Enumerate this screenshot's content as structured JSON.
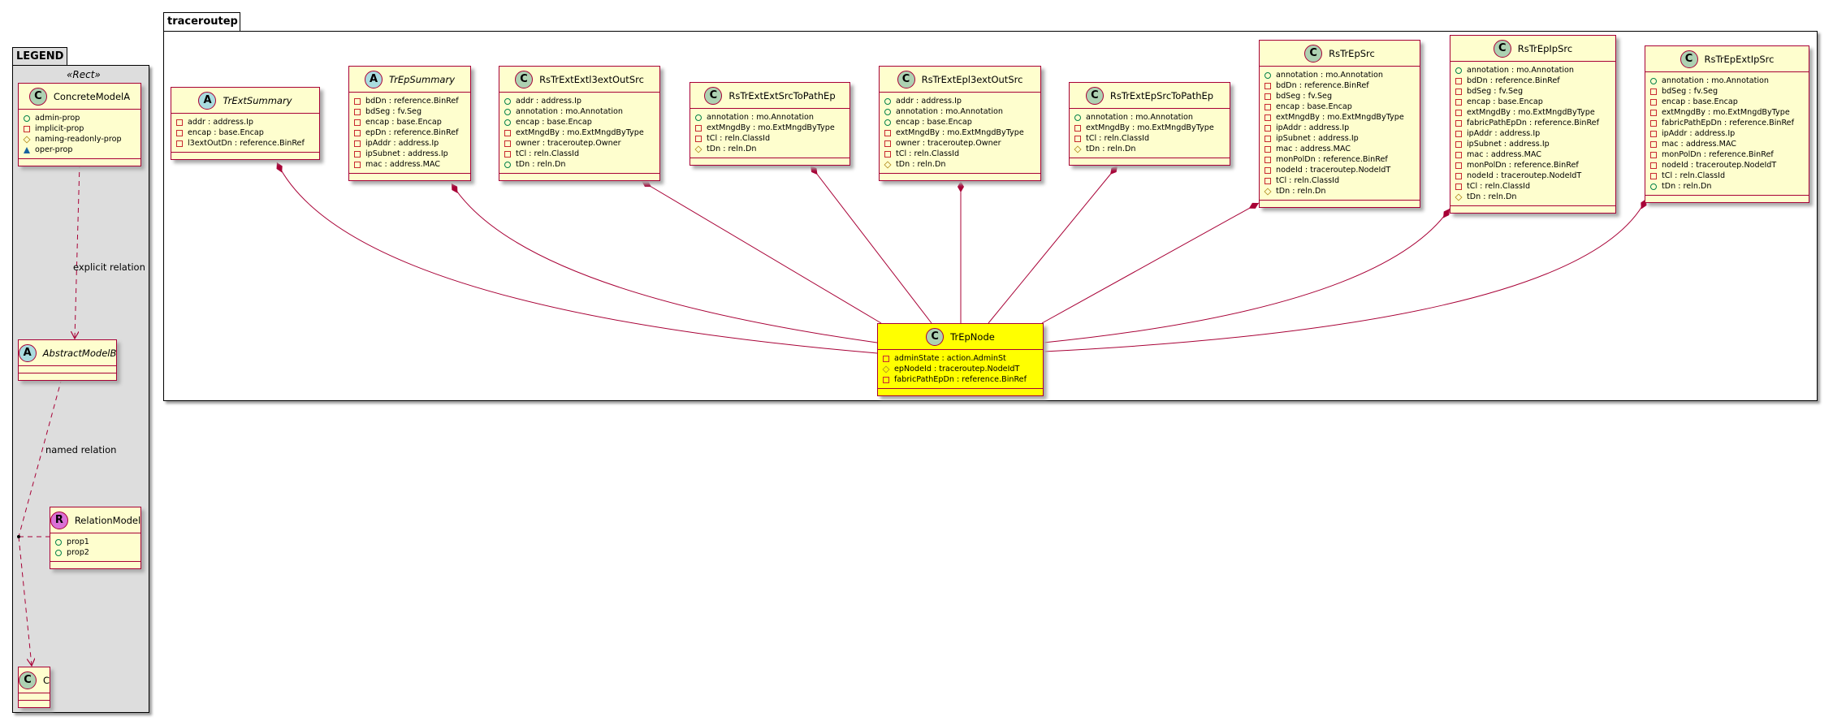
{
  "legend": {
    "title": "LEGEND",
    "stereotype": "«Rect»",
    "explicit_relation_label": "explicit relation",
    "named_relation_label": "named relation",
    "classes": [
      {
        "name": "ConcreteModelA",
        "type": "C",
        "abstract": false,
        "attrs": [
          {
            "vis": "public",
            "text": "admin-prop"
          },
          {
            "vis": "private",
            "text": "implicit-prop"
          },
          {
            "vis": "protected",
            "text": "naming-readonly-prop"
          },
          {
            "vis": "oper",
            "text": "oper-prop"
          }
        ]
      },
      {
        "name": "AbstractModelB",
        "type": "A",
        "abstract": true,
        "attrs": []
      },
      {
        "name": "RelationModel",
        "type": "R",
        "abstract": false,
        "attrs": [
          {
            "vis": "public",
            "text": "prop1"
          },
          {
            "vis": "public",
            "text": "prop2"
          }
        ]
      },
      {
        "name": "C",
        "type": "C",
        "abstract": false,
        "attrs": []
      }
    ]
  },
  "package": {
    "title": "traceroutep",
    "classes": [
      {
        "name": "TrExtSummary",
        "type": "A",
        "abstract": true,
        "attrs": [
          {
            "vis": "private",
            "text": "addr : address.Ip"
          },
          {
            "vis": "private",
            "text": "encap : base.Encap"
          },
          {
            "vis": "private",
            "text": "l3extOutDn : reference.BinRef"
          }
        ]
      },
      {
        "name": "TrEpSummary",
        "type": "A",
        "abstract": true,
        "attrs": [
          {
            "vis": "private",
            "text": "bdDn : reference.BinRef"
          },
          {
            "vis": "private",
            "text": "bdSeg : fv.Seg"
          },
          {
            "vis": "private",
            "text": "encap : base.Encap"
          },
          {
            "vis": "private",
            "text": "epDn : reference.BinRef"
          },
          {
            "vis": "private",
            "text": "ipAddr : address.Ip"
          },
          {
            "vis": "private",
            "text": "ipSubnet : address.Ip"
          },
          {
            "vis": "private",
            "text": "mac : address.MAC"
          }
        ]
      },
      {
        "name": "RsTrExtExtl3extOutSrc",
        "type": "C",
        "abstract": false,
        "attrs": [
          {
            "vis": "public",
            "text": "addr : address.Ip"
          },
          {
            "vis": "public",
            "text": "annotation : mo.Annotation"
          },
          {
            "vis": "public",
            "text": "encap : base.Encap"
          },
          {
            "vis": "private",
            "text": "extMngdBy : mo.ExtMngdByType"
          },
          {
            "vis": "private",
            "text": "owner : traceroutep.Owner"
          },
          {
            "vis": "private",
            "text": "tCl : reln.ClassId"
          },
          {
            "vis": "public",
            "text": "tDn : reln.Dn"
          }
        ]
      },
      {
        "name": "RsTrExtExtSrcToPathEp",
        "type": "C",
        "abstract": false,
        "attrs": [
          {
            "vis": "public",
            "text": "annotation : mo.Annotation"
          },
          {
            "vis": "private",
            "text": "extMngdBy : mo.ExtMngdByType"
          },
          {
            "vis": "private",
            "text": "tCl : reln.ClassId"
          },
          {
            "vis": "protected",
            "text": "tDn : reln.Dn"
          }
        ]
      },
      {
        "name": "RsTrExtEpl3extOutSrc",
        "type": "C",
        "abstract": false,
        "attrs": [
          {
            "vis": "public",
            "text": "addr : address.Ip"
          },
          {
            "vis": "public",
            "text": "annotation : mo.Annotation"
          },
          {
            "vis": "public",
            "text": "encap : base.Encap"
          },
          {
            "vis": "private",
            "text": "extMngdBy : mo.ExtMngdByType"
          },
          {
            "vis": "private",
            "text": "owner : traceroutep.Owner"
          },
          {
            "vis": "private",
            "text": "tCl : reln.ClassId"
          },
          {
            "vis": "protected",
            "text": "tDn : reln.Dn"
          }
        ]
      },
      {
        "name": "RsTrExtEpSrcToPathEp",
        "type": "C",
        "abstract": false,
        "attrs": [
          {
            "vis": "public",
            "text": "annotation : mo.Annotation"
          },
          {
            "vis": "private",
            "text": "extMngdBy : mo.ExtMngdByType"
          },
          {
            "vis": "private",
            "text": "tCl : reln.ClassId"
          },
          {
            "vis": "protected",
            "text": "tDn : reln.Dn"
          }
        ]
      },
      {
        "name": "RsTrEpSrc",
        "type": "C",
        "abstract": false,
        "attrs": [
          {
            "vis": "public",
            "text": "annotation : mo.Annotation"
          },
          {
            "vis": "private",
            "text": "bdDn : reference.BinRef"
          },
          {
            "vis": "private",
            "text": "bdSeg : fv.Seg"
          },
          {
            "vis": "private",
            "text": "encap : base.Encap"
          },
          {
            "vis": "private",
            "text": "extMngdBy : mo.ExtMngdByType"
          },
          {
            "vis": "private",
            "text": "ipAddr : address.Ip"
          },
          {
            "vis": "private",
            "text": "ipSubnet : address.Ip"
          },
          {
            "vis": "private",
            "text": "mac : address.MAC"
          },
          {
            "vis": "private",
            "text": "monPolDn : reference.BinRef"
          },
          {
            "vis": "private",
            "text": "nodeId : traceroutep.NodeIdT"
          },
          {
            "vis": "private",
            "text": "tCl : reln.ClassId"
          },
          {
            "vis": "protected",
            "text": "tDn : reln.Dn"
          }
        ]
      },
      {
        "name": "RsTrEpIpSrc",
        "type": "C",
        "abstract": false,
        "attrs": [
          {
            "vis": "public",
            "text": "annotation : mo.Annotation"
          },
          {
            "vis": "private",
            "text": "bdDn : reference.BinRef"
          },
          {
            "vis": "private",
            "text": "bdSeg : fv.Seg"
          },
          {
            "vis": "private",
            "text": "encap : base.Encap"
          },
          {
            "vis": "private",
            "text": "extMngdBy : mo.ExtMngdByType"
          },
          {
            "vis": "private",
            "text": "fabricPathEpDn : reference.BinRef"
          },
          {
            "vis": "private",
            "text": "ipAddr : address.Ip"
          },
          {
            "vis": "private",
            "text": "ipSubnet : address.Ip"
          },
          {
            "vis": "private",
            "text": "mac : address.MAC"
          },
          {
            "vis": "private",
            "text": "monPolDn : reference.BinRef"
          },
          {
            "vis": "private",
            "text": "nodeId : traceroutep.NodeIdT"
          },
          {
            "vis": "private",
            "text": "tCl : reln.ClassId"
          },
          {
            "vis": "protected",
            "text": "tDn : reln.Dn"
          }
        ]
      },
      {
        "name": "RsTrEpExtIpSrc",
        "type": "C",
        "abstract": false,
        "attrs": [
          {
            "vis": "public",
            "text": "annotation : mo.Annotation"
          },
          {
            "vis": "private",
            "text": "bdSeg : fv.Seg"
          },
          {
            "vis": "private",
            "text": "encap : base.Encap"
          },
          {
            "vis": "private",
            "text": "extMngdBy : mo.ExtMngdByType"
          },
          {
            "vis": "private",
            "text": "fabricPathEpDn : reference.BinRef"
          },
          {
            "vis": "private",
            "text": "ipAddr : address.Ip"
          },
          {
            "vis": "private",
            "text": "mac : address.MAC"
          },
          {
            "vis": "private",
            "text": "monPolDn : reference.BinRef"
          },
          {
            "vis": "private",
            "text": "nodeId : traceroutep.NodeIdT"
          },
          {
            "vis": "private",
            "text": "tCl : reln.ClassId"
          },
          {
            "vis": "public",
            "text": "tDn : reln.Dn"
          }
        ]
      },
      {
        "name": "TrEpNode",
        "type": "C",
        "abstract": false,
        "highlight": true,
        "attrs": [
          {
            "vis": "private",
            "text": "adminState : action.AdminSt"
          },
          {
            "vis": "protected",
            "text": "epNodeId : traceroutep.NodeIdT"
          },
          {
            "vis": "private",
            "text": "fabricPathEpDn : reference.BinRef"
          }
        ]
      }
    ]
  },
  "colors": {
    "border": "#A80036",
    "fill": "#FEFECE",
    "highlight": "#FFFF00",
    "legend_bg": "#DDDDDD"
  }
}
